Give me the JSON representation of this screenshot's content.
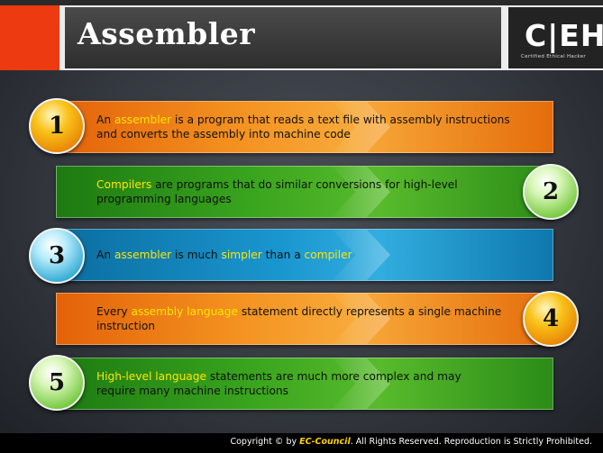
{
  "header": {
    "title": "Assembler",
    "logo_text": "C|EH",
    "logo_tagline": "Certified   Ethical   Hacker"
  },
  "items": [
    {
      "number": "1",
      "color": "orange",
      "text": [
        {
          "t": "An ",
          "hl": false
        },
        {
          "t": "assembler",
          "hl": true
        },
        {
          "t": " is a program that reads a text file with assembly instructions and converts the assembly into machine code",
          "hl": false
        }
      ]
    },
    {
      "number": "2",
      "color": "green",
      "text": [
        {
          "t": "Compilers",
          "hl": true
        },
        {
          "t": " are programs that do similar conversions for high-level programming languages",
          "hl": false
        }
      ]
    },
    {
      "number": "3",
      "color": "blue",
      "text": [
        {
          "t": "An ",
          "hl": false
        },
        {
          "t": "assembler",
          "hl": true
        },
        {
          "t": " is much ",
          "hl": false
        },
        {
          "t": "simpler",
          "hl": true
        },
        {
          "t": " than a ",
          "hl": false
        },
        {
          "t": "compiler",
          "hl": true
        }
      ]
    },
    {
      "number": "4",
      "color": "orange",
      "text": [
        {
          "t": "Every ",
          "hl": false
        },
        {
          "t": "assembly language",
          "hl": true
        },
        {
          "t": " statement directly represents a single machine instruction",
          "hl": false
        }
      ]
    },
    {
      "number": "5",
      "color": "green",
      "text": [
        {
          "t": "High-level language",
          "hl": true
        },
        {
          "t": " statements are much more complex and may require many machine instructions",
          "hl": false
        }
      ]
    }
  ],
  "footer": {
    "prefix": "Copyright © by ",
    "brand": "EC-Council",
    "suffix": ". All Rights Reserved. Reproduction is Strictly Prohibited."
  }
}
